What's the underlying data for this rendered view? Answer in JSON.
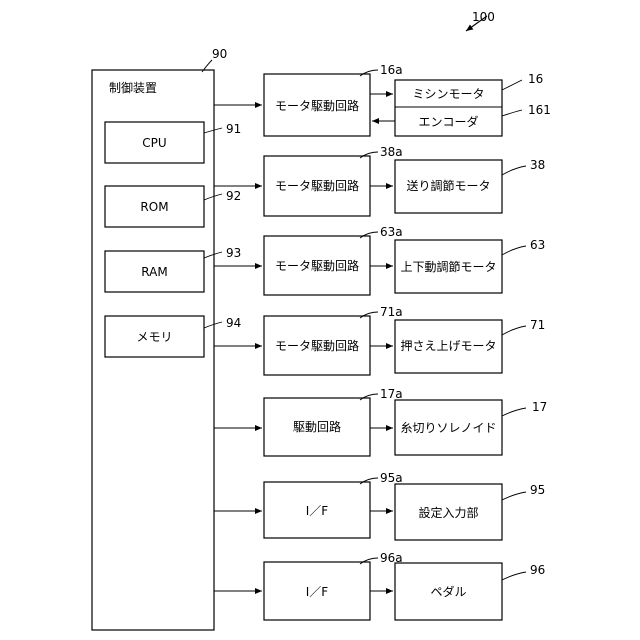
{
  "figure_ref": "100",
  "controller": {
    "label": "制御装置",
    "ref": "90"
  },
  "internal_units": [
    {
      "label": "CPU",
      "ref": "91"
    },
    {
      "label": "ROM",
      "ref": "92"
    },
    {
      "label": "RAM",
      "ref": "93"
    },
    {
      "label": "メモリ",
      "ref": "94"
    }
  ],
  "drivers": [
    {
      "label": "モータ駆動回路",
      "ref": "16a"
    },
    {
      "label": "モータ駆動回路",
      "ref": "38a"
    },
    {
      "label": "モータ駆動回路",
      "ref": "63a"
    },
    {
      "label": "モータ駆動回路",
      "ref": "71a"
    },
    {
      "label": "駆動回路",
      "ref": "17a"
    },
    {
      "label": "I／F",
      "ref": "95a"
    },
    {
      "label": "I／F",
      "ref": "96a"
    }
  ],
  "devices": [
    {
      "label": "ミシンモータ",
      "ref": "16"
    },
    {
      "label": "エンコーダ",
      "ref": "161"
    },
    {
      "label": "送り調節モータ",
      "ref": "38"
    },
    {
      "label": "上下動調節モータ",
      "ref": "63"
    },
    {
      "label": "押さえ上げモータ",
      "ref": "71"
    },
    {
      "label": "糸切りソレノイド",
      "ref": "17"
    },
    {
      "label": "設定入力部",
      "ref": "95"
    },
    {
      "label": "ペダル",
      "ref": "96"
    }
  ]
}
